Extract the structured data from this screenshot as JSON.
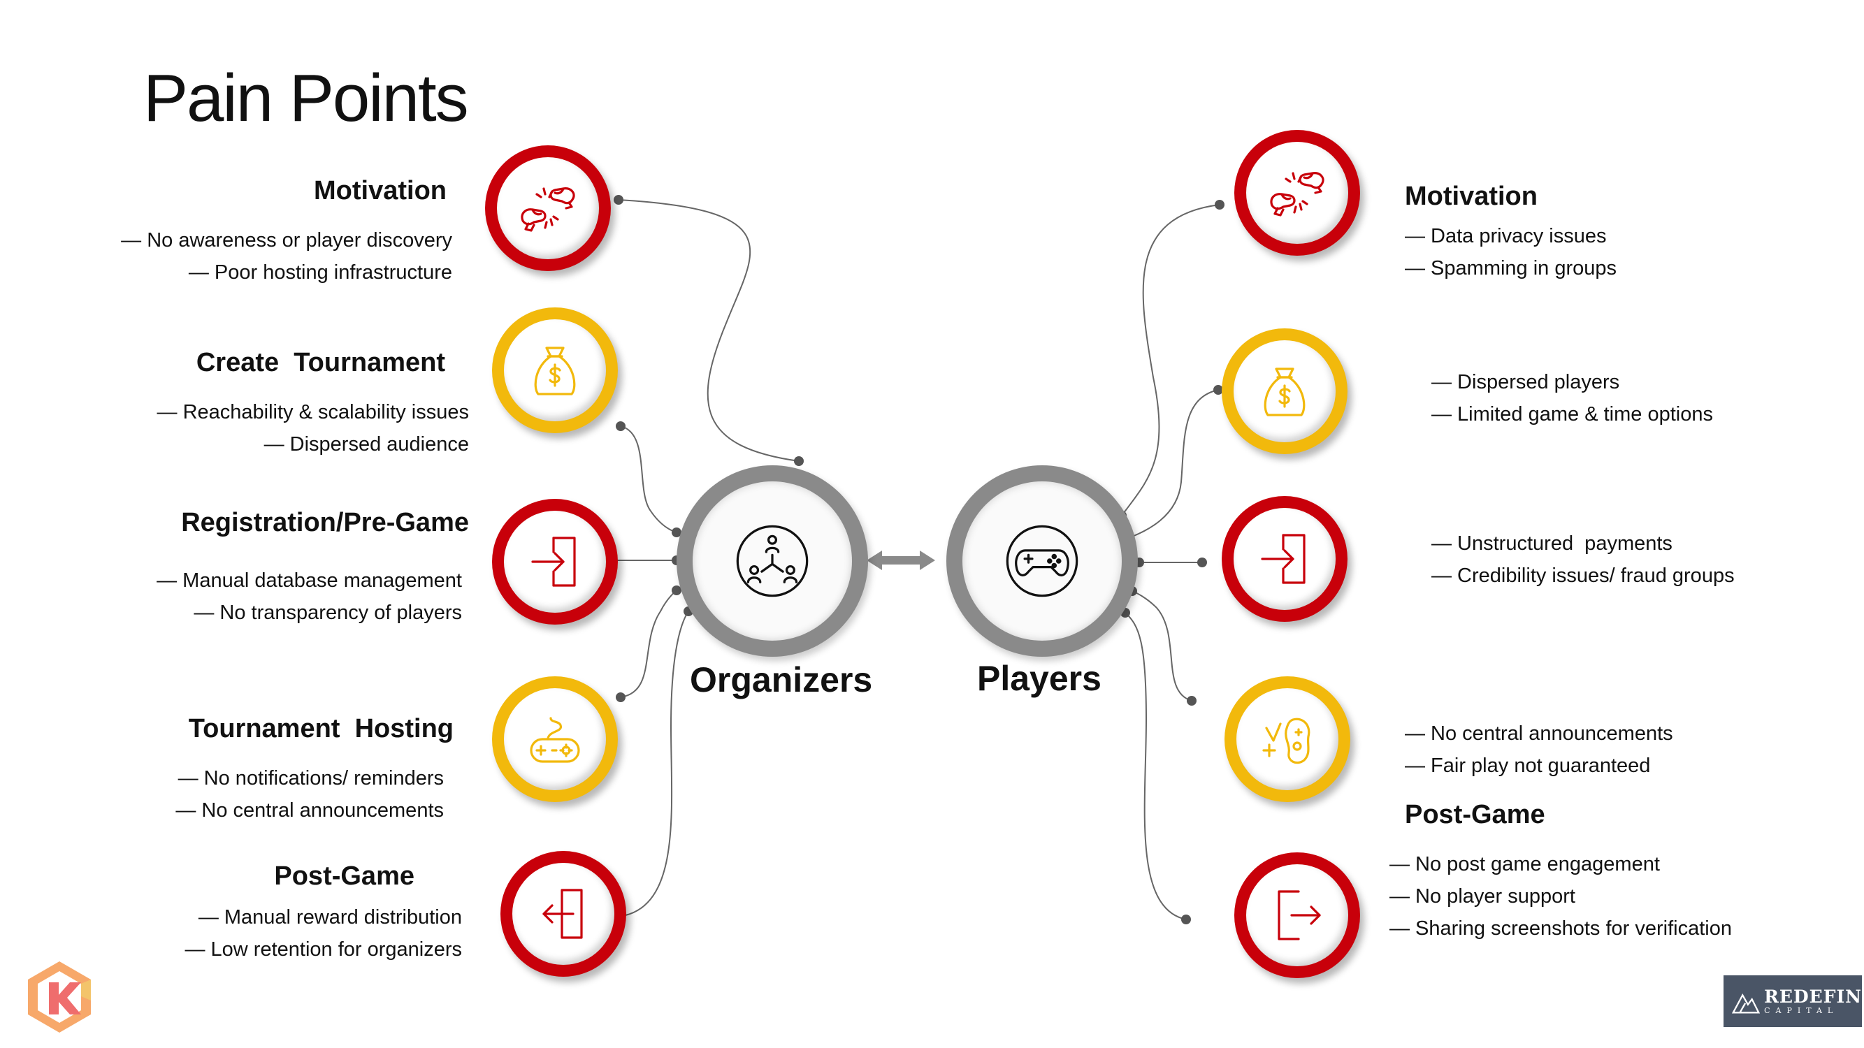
{
  "title": "Pain Points",
  "hubs": {
    "organizers": "Organizers",
    "players": "Players"
  },
  "organizers": [
    {
      "heading": "Motivation",
      "bullets": [
        "— No awareness or player discovery",
        "— Poor hosting infrastructure"
      ],
      "icon": "boxing-gloves-icon",
      "color": "red"
    },
    {
      "heading": "Create  Tournament",
      "bullets": [
        "— Reachability & scalability issues",
        "— Dispersed audience"
      ],
      "icon": "money-bag-icon",
      "color": "yellow"
    },
    {
      "heading": "Registration/Pre-Game",
      "bullets": [
        "— Manual database management",
        "— No transparency of players"
      ],
      "icon": "login-icon",
      "color": "red"
    },
    {
      "heading": "Tournament  Hosting",
      "bullets": [
        "— No notifications/ reminders",
        "— No central announcements"
      ],
      "icon": "gamepad-icon",
      "color": "yellow"
    },
    {
      "heading": "Post-Game",
      "bullets": [
        "— Manual reward distribution",
        "— Low retention for organizers"
      ],
      "icon": "logout-icon",
      "color": "red"
    }
  ],
  "players": [
    {
      "heading": "Motivation",
      "bullets": [
        "— Data privacy issues",
        "— Spamming in groups"
      ],
      "icon": "boxing-gloves-icon",
      "color": "red"
    },
    {
      "heading": "",
      "bullets": [
        "— Dispersed players",
        "— Limited game & time options"
      ],
      "icon": "money-bag-icon",
      "color": "yellow"
    },
    {
      "heading": "",
      "bullets": [
        "— Unstructured  payments",
        "— Credibility issues/ fraud groups"
      ],
      "icon": "login-icon",
      "color": "red"
    },
    {
      "heading": "",
      "bullets": [
        "— No central announcements",
        "— Fair play not guaranteed"
      ],
      "icon": "controller-doodle-icon",
      "color": "yellow"
    },
    {
      "heading": "Post-Game",
      "bullets": [
        "— No post game engagement",
        "— No player support",
        "— Sharing screenshots for verification"
      ],
      "icon": "logout-icon",
      "color": "red"
    }
  ],
  "logos": {
    "right_brand": "REDEFIN",
    "right_sub": "CAPITAL"
  },
  "colors": {
    "red": "#c8000a",
    "yellow": "#f2b90c",
    "hub": "#8a8a8a"
  }
}
